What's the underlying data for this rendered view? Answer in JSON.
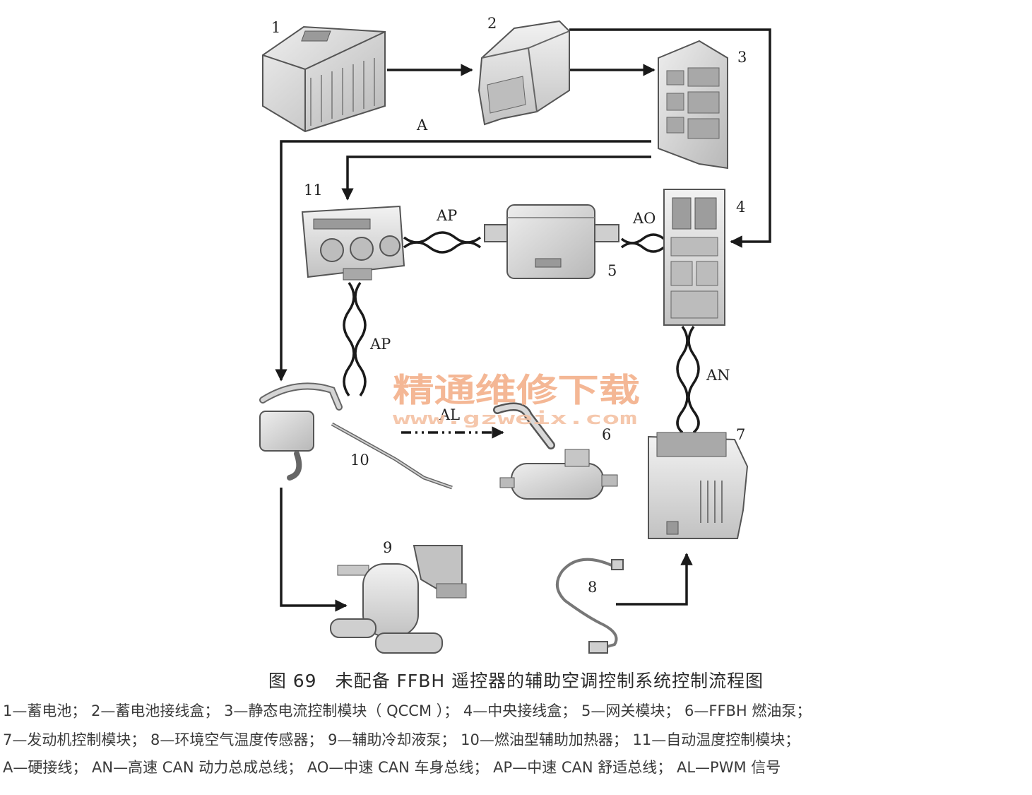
{
  "components": [
    {
      "id": "1",
      "label": "1"
    },
    {
      "id": "2",
      "label": "2"
    },
    {
      "id": "3",
      "label": "3"
    },
    {
      "id": "4",
      "label": "4"
    },
    {
      "id": "5",
      "label": "5"
    },
    {
      "id": "6",
      "label": "6"
    },
    {
      "id": "7",
      "label": "7"
    },
    {
      "id": "8",
      "label": "8"
    },
    {
      "id": "9",
      "label": "9"
    },
    {
      "id": "10",
      "label": "10"
    },
    {
      "id": "11",
      "label": "11"
    }
  ],
  "connections": {
    "A": "A",
    "AP_top": "AP",
    "AP_side": "AP",
    "AO": "AO",
    "AN": "AN",
    "AL": "AL"
  },
  "watermark": {
    "text": "精通维修下载",
    "url": "www.gzweix.com"
  },
  "figure": {
    "title": "图 69　未配备 FFBH 遥控器的辅助空调控制系统控制流程图",
    "legend": [
      "1—蓄电池；  2—蓄电池接线盒；  3—静态电流控制模块（ QCCM ）；  4—中央接线盒；  5—网关模块；  6—FFBH 燃油泵；",
      "7—发动机控制模块；  8—环境空气温度传感器；  9—辅助冷却液泵；  10—燃油型辅助加热器；  11—自动温度控制模块；",
      "A—硬接线；  AN—高速 CAN 动力总成总线；  AO—中速 CAN 车身总线；  AP—中速 CAN 舒适总线；  AL—PWM 信号"
    ]
  },
  "colors": {
    "line": "#1a1a1a",
    "component_fill": "#d9d9d9",
    "component_stroke": "#555555",
    "watermark_main": "#f3b08a",
    "watermark_url": "#f4c2a4"
  }
}
